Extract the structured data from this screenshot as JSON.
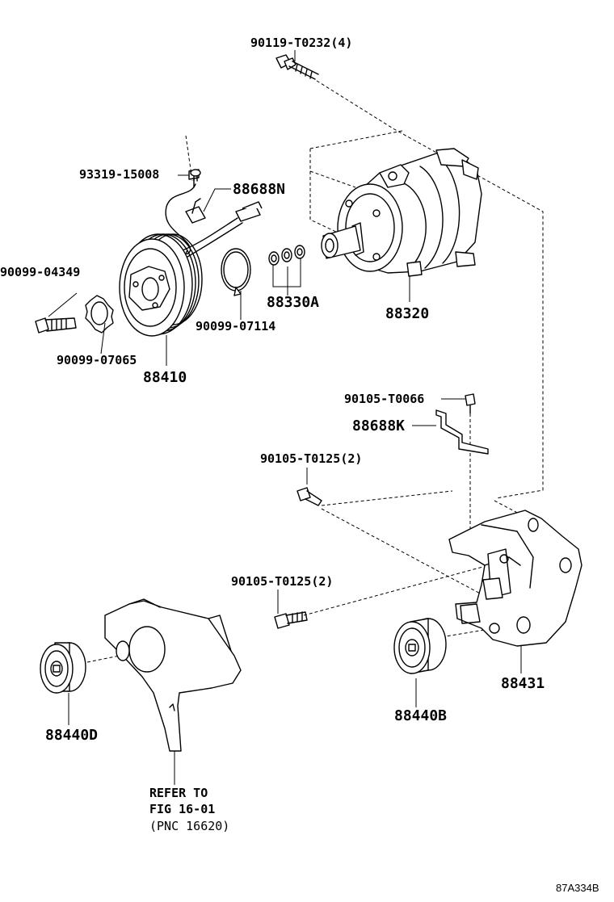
{
  "labels": {
    "bolt_top": "90119-T0232(4)",
    "screw_small": "93319-15008",
    "wire_harness": "88688N",
    "bolt_left": "90099-04349",
    "shim_set": "88330A",
    "compressor": "88320",
    "washer_clip": "90099-07065",
    "snap_ring": "90099-07114",
    "clutch_pulley": "88410",
    "bolt_bracket_small": "90105-T0066",
    "bracket_small": "88688K",
    "bolt_mid_1": "90105-T0125(2)",
    "bolt_mid_2": "90105-T0125(2)",
    "bracket_main": "88431",
    "idler_right": "88440B",
    "idler_left": "88440D"
  },
  "refer": {
    "line1": "REFER TO",
    "line2": "FIG 16-01",
    "line3": "(PNC 16620)"
  },
  "footer": {
    "code": "87A334B"
  }
}
